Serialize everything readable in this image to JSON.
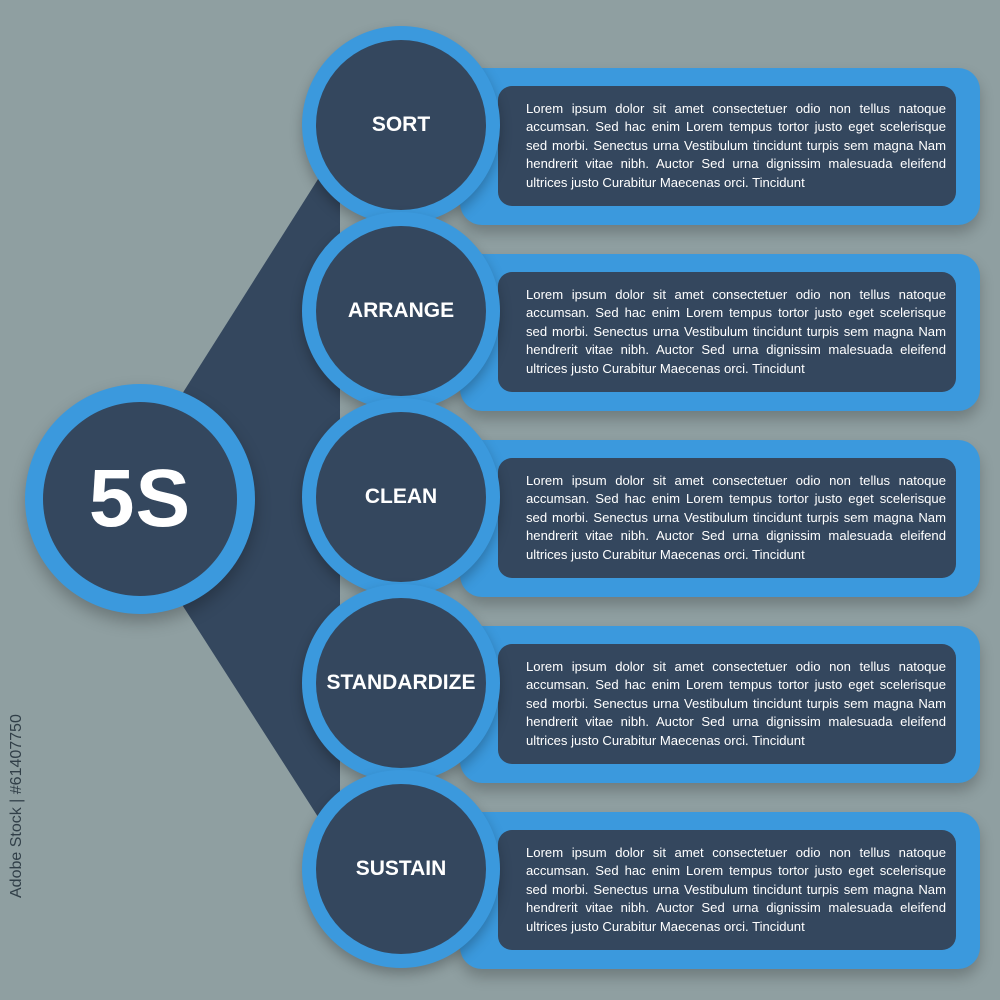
{
  "diagram": {
    "center_label": "5S",
    "steps": [
      {
        "label": "SORT",
        "text": "Lorem ipsum dolor sit amet consectetuer odio non tellus natoque accumsan. Sed hac enim Lorem tempus tortor justo eget scelerisque sed morbi. Senectus urna Vestibulum tincidunt turpis sem magna Nam hendrerit vitae nibh. Auctor Sed urna dignissim malesuada eleifend ultrices justo Curabitur Maecenas orci. Tincidunt"
      },
      {
        "label": "ARRANGE",
        "text": "Lorem ipsum dolor sit amet consectetuer odio non tellus natoque accumsan. Sed hac enim Lorem tempus tortor justo eget scelerisque sed morbi. Senectus urna Vestibulum tincidunt turpis sem magna Nam hendrerit vitae nibh. Auctor Sed urna dignissim malesuada eleifend ultrices justo Curabitur Maecenas orci. Tincidunt"
      },
      {
        "label": "CLEAN",
        "text": "Lorem ipsum dolor sit amet consectetuer odio non tellus natoque accumsan. Sed hac enim Lorem tempus tortor justo eget scelerisque sed morbi. Senectus urna Vestibulum tincidunt turpis sem magna Nam hendrerit vitae nibh. Auctor Sed urna dignissim malesuada eleifend ultrices justo Curabitur Maecenas orci. Tincidunt"
      },
      {
        "label": "STANDARDIZE",
        "text": "Lorem ipsum dolor sit amet consectetuer odio non tellus natoque accumsan. Sed hac enim Lorem tempus tortor justo eget scelerisque sed morbi. Senectus urna Vestibulum tincidunt turpis sem magna Nam hendrerit vitae nibh. Auctor Sed urna dignissim malesuada eleifend ultrices justo Curabitur Maecenas orci. Tincidunt"
      },
      {
        "label": "SUSTAIN",
        "text": "Lorem ipsum dolor sit amet consectetuer odio non tellus natoque accumsan. Sed hac enim Lorem tempus tortor justo eget scelerisque sed morbi. Senectus urna Vestibulum tincidunt turpis sem magna Nam hendrerit vitae nibh. Auctor Sed urna dignissim malesuada eleifend ultrices justo Curabitur Maecenas orci. Tincidunt"
      }
    ]
  },
  "stock_id": "Adobe Stock | #61407750",
  "colors": {
    "background": "#8f9fa1",
    "accent_blue": "#3b99dd",
    "dark_navy": "#34475e",
    "text": "#ffffff"
  }
}
